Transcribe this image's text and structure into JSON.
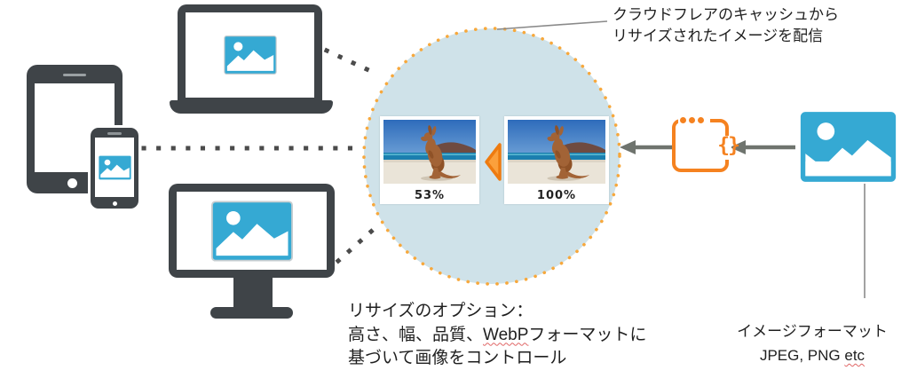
{
  "colors": {
    "device": "#3F4448",
    "teal": "#35A9D3",
    "orange": "#F58220",
    "dot_orange": "#F7A83C",
    "circle_fill": "#CFE2E9",
    "arrow_gray": "#6F746E",
    "dot_gray": "#4B4B4B",
    "line_gray": "#8A8A8A",
    "text": "#1F1F1F",
    "squiggle": "#E06666"
  },
  "cache_circle": {
    "cards": [
      {
        "label": "53%"
      },
      {
        "label": "100%"
      }
    ]
  },
  "workers_box": {
    "braces": "{}"
  },
  "callouts": {
    "cache": {
      "line1": "クラウドフレアのキャッシュから",
      "line2": "リサイズされたイメージを配信"
    },
    "resize": {
      "line1": "リサイズのオプション：",
      "line2_pre": "高さ、幅、品質、",
      "line2_webp": "WebP",
      "line2_post": "フォーマットに",
      "line3": "基づいて画像をコントロール"
    },
    "format": {
      "line1": "イメージフォーマット",
      "line2_pre": "JPEG, PNG ",
      "line2_etc": "etc"
    }
  },
  "icons": {
    "image_placeholder": "image-placeholder-icon",
    "workers": "serverless-function-icon"
  }
}
